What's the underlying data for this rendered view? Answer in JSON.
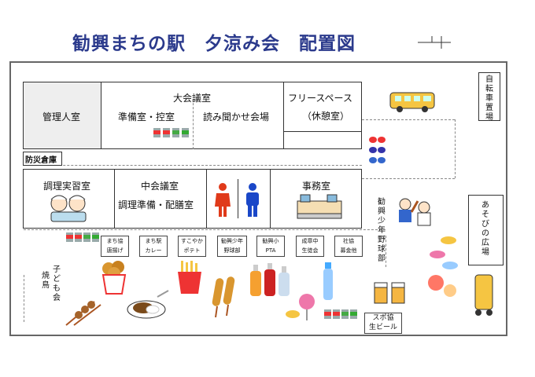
{
  "title": "勧興まちの駅　夕涼み会　配置図",
  "rooms": {
    "kanri": "管理人室",
    "daikaigi": "大会議室",
    "junbi": "準備室・控室",
    "yomikikase": "読み聞かせ会場",
    "free_space_1": "フリースペース",
    "free_space_2": "（休憩室）",
    "bousai": "防災倉庫",
    "chouri": "調理実習室",
    "chukaigi": "中会議室",
    "chouri_junbi": "調理準備・配膳室",
    "jimu": "事務室"
  },
  "side": {
    "bicycle": "自転車置場",
    "playground": "あそびの広場",
    "baseball": "勧興少年野球部",
    "yakitori": "焼鳥",
    "kodomokai": "子ども会"
  },
  "stalls": [
    {
      "line1": "まち協",
      "line2": "唐揚げ"
    },
    {
      "line1": "まち駅",
      "line2": "カレー"
    },
    {
      "line1": "すこやか",
      "line2": "ポテト"
    },
    {
      "line1": "勧興少年",
      "line2": "野球部"
    },
    {
      "line1": "勧興小",
      "line2": "PTA"
    },
    {
      "line1": "成章中",
      "line2": "生徒会"
    },
    {
      "line1": "社協",
      "line2": "募金他"
    }
  ],
  "beer_stall": {
    "line1": "スポ協",
    "line2": "生ビール"
  },
  "colors": {
    "title": "#2b3a8c",
    "toilet_male": "#1a47c8",
    "toilet_female": "#e03a1a",
    "kanri_bg": "#eeeeee"
  }
}
